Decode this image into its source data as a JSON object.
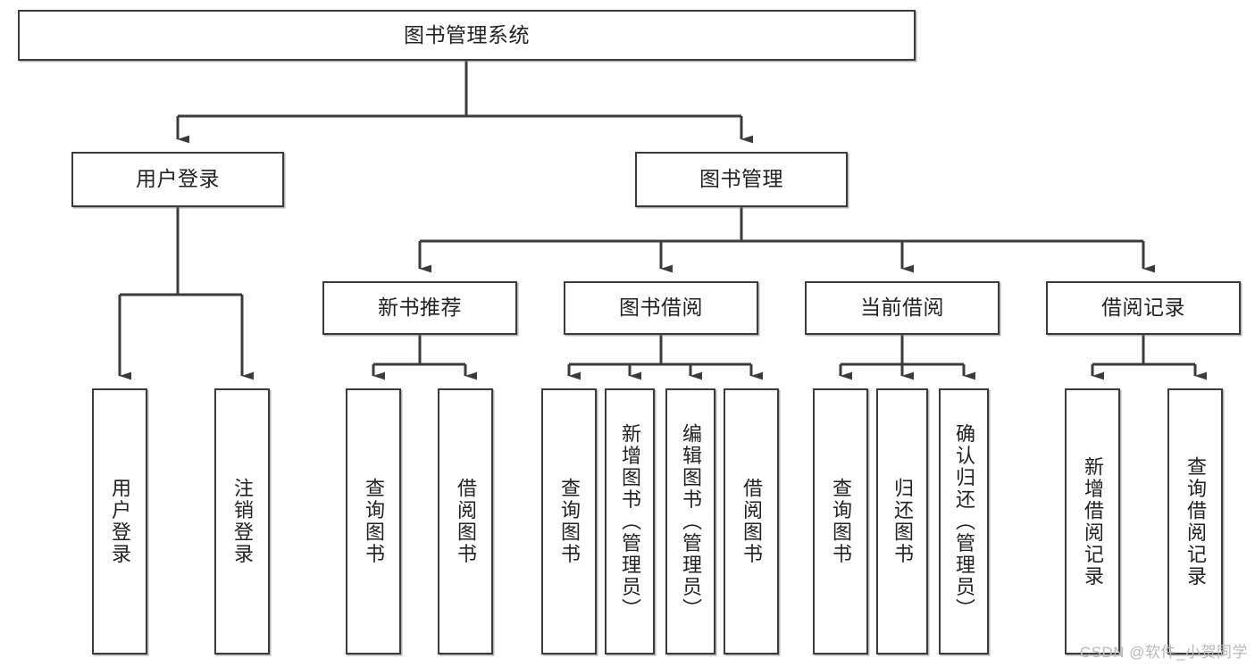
{
  "diagram": {
    "title_node": {
      "id": "root",
      "label": "图书管理系统"
    },
    "level2": [
      {
        "id": "user-login",
        "label": "用户登录"
      },
      {
        "id": "book-manage",
        "label": "图书管理"
      }
    ],
    "level3": [
      {
        "id": "new-book-recommend",
        "label": "新书推荐"
      },
      {
        "id": "book-borrow",
        "label": "图书借阅"
      },
      {
        "id": "current-borrow",
        "label": "当前借阅"
      },
      {
        "id": "borrow-record",
        "label": "借阅记录"
      }
    ],
    "leaves": [
      {
        "id": "leaf-user-login",
        "label": "用户登录",
        "parent": "user-login"
      },
      {
        "id": "leaf-logout-login",
        "label": "注销登录",
        "parent": "user-login"
      },
      {
        "id": "leaf-query-book-1",
        "label": "查询图书",
        "parent": "new-book-recommend"
      },
      {
        "id": "leaf-borrow-book-1",
        "label": "借阅图书",
        "parent": "new-book-recommend"
      },
      {
        "id": "leaf-query-book-2",
        "label": "查询图书",
        "parent": "book-borrow"
      },
      {
        "id": "leaf-add-book",
        "label": "新增图书（管理员）",
        "parent": "book-borrow"
      },
      {
        "id": "leaf-edit-book",
        "label": "编辑图书（管理员）",
        "parent": "book-borrow"
      },
      {
        "id": "leaf-borrow-book-2",
        "label": "借阅图书",
        "parent": "book-borrow"
      },
      {
        "id": "leaf-query-book-3",
        "label": "查询图书",
        "parent": "current-borrow"
      },
      {
        "id": "leaf-return-book",
        "label": "归还图书",
        "parent": "current-borrow"
      },
      {
        "id": "leaf-confirm-return",
        "label": "确认归还（管理员）",
        "parent": "current-borrow"
      },
      {
        "id": "leaf-add-record",
        "label": "新增借阅记录",
        "parent": "borrow-record"
      },
      {
        "id": "leaf-query-record",
        "label": "查询借阅记录",
        "parent": "borrow-record"
      }
    ],
    "colors": {
      "stroke": "#3b3b3b",
      "text": "#222222",
      "background": "#ffffff",
      "watermark": "#b9b9b9"
    }
  },
  "watermark": {
    "text": "CSDN @软件_小贺同学"
  }
}
